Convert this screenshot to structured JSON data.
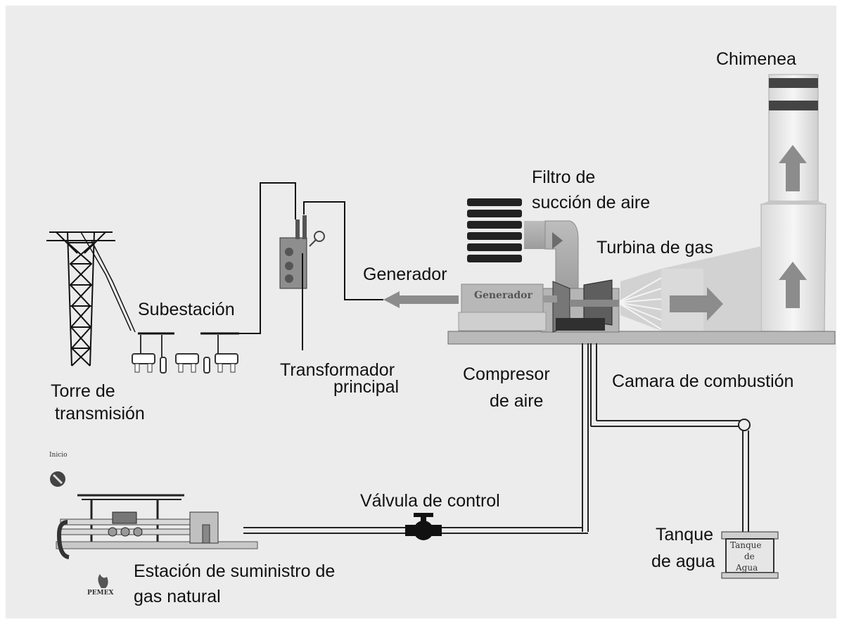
{
  "labels": {
    "chimenea": "Chimenea",
    "filtro_1": "Filtro de",
    "filtro_2": "succión  de aire",
    "turbina": "Turbina de gas",
    "generador": "Generador",
    "subestacion": "Subestación",
    "torre_1": "Torre de",
    "torre_2": "transmisión",
    "transformador_1": "Transformador",
    "transformador_2": "principal",
    "compresor_1": "Compresor",
    "compresor_2": "de aire",
    "camara": "Camara de combustión",
    "valvula": "Válvula de control",
    "tanque_1": "Tanque",
    "tanque_2": "de agua",
    "estacion_1": "Estación de suministro de",
    "estacion_2": "gas natural"
  },
  "equipment_text": {
    "generador_box": "Generador",
    "tanque_box_1": "Tanque",
    "tanque_box_2": "de",
    "tanque_box_3": "Agua",
    "inicio": "Inicio",
    "pemex": "PEMEX"
  },
  "colors": {
    "background": "#ececec",
    "line": "#111111",
    "equipment": "#9a9a9a",
    "arrow": "#8a8a8a"
  }
}
